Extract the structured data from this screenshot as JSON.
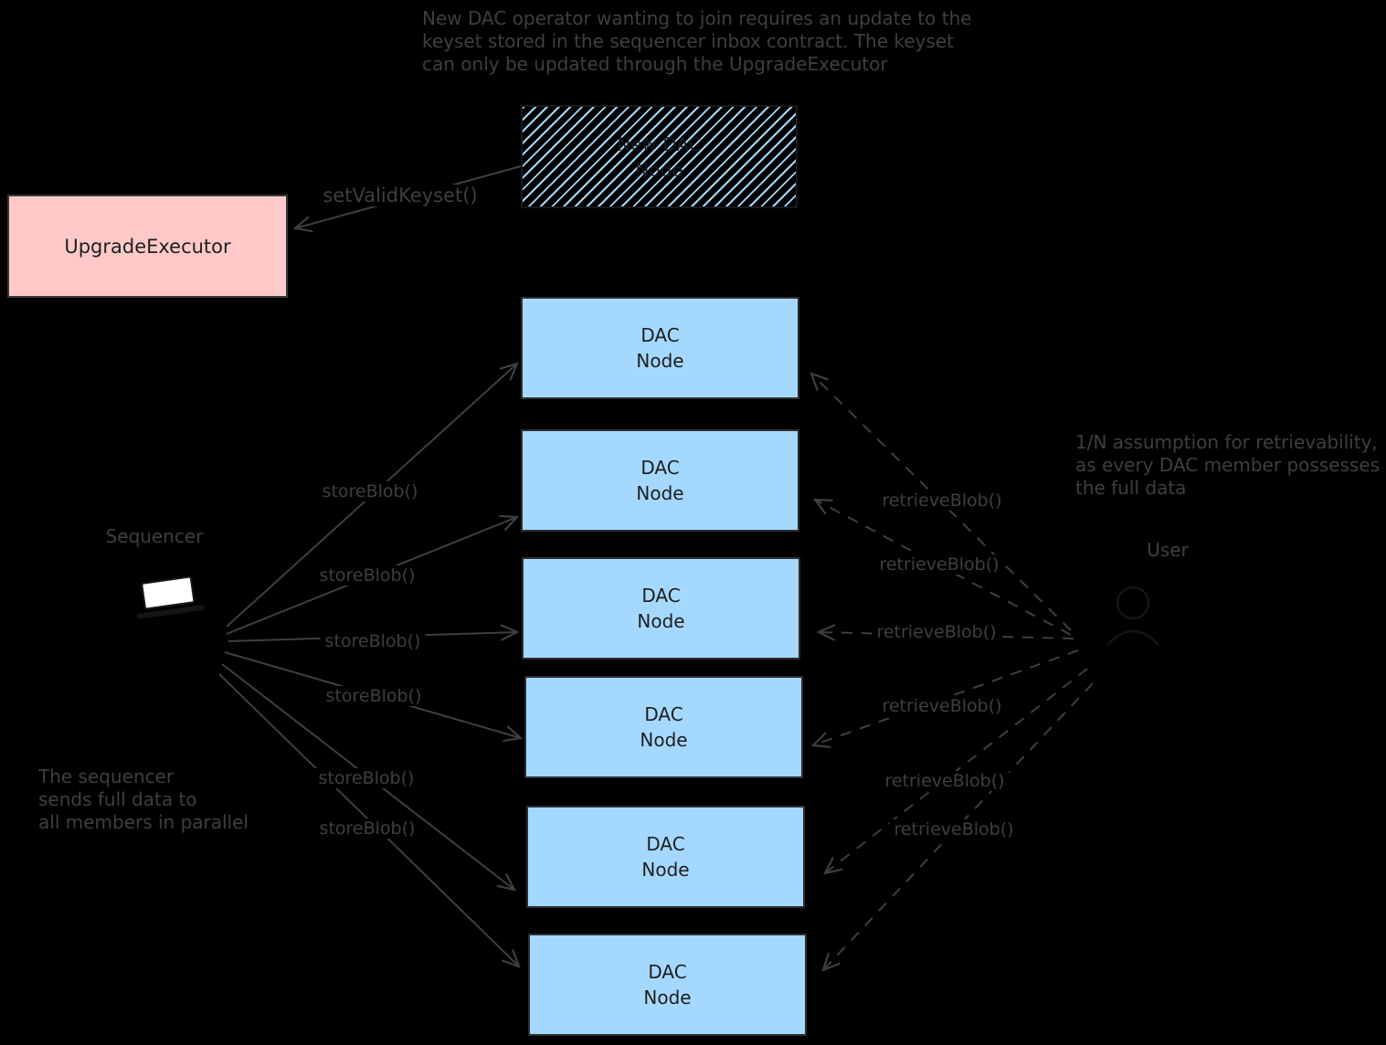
{
  "note_top": "New DAC operator wanting to join requires an update to the\nkeyset stored in the sequencer inbox contract. The keyset\ncan only be updated through the UpgradeExecutor",
  "note_right": "1/N assumption for retrievability,\nas every DAC member possesses\nthe full data",
  "note_left": "The sequencer\nsends full data to\nall members in parallel",
  "upgrade_executor": {
    "label": "UpgradeExecutor"
  },
  "new_dac_node": {
    "label": "New DAC\nNode"
  },
  "sequencer": {
    "label": "Sequencer",
    "icon": "laptop-icon"
  },
  "user": {
    "label": "User",
    "icon": "user-icon"
  },
  "dac_nodes": [
    {
      "label": "DAC\nNode"
    },
    {
      "label": "DAC\nNode"
    },
    {
      "label": "DAC\nNode"
    },
    {
      "label": "DAC\nNode"
    },
    {
      "label": "DAC\nNode"
    },
    {
      "label": "DAC\nNode"
    }
  ],
  "edges": {
    "set_valid_keyset": {
      "label": "setValidKeyset()"
    },
    "store": [
      "storeBlob()",
      "storeBlob()",
      "storeBlob()",
      "storeBlob()",
      "storeBlob()",
      "storeBlob()"
    ],
    "retrieve": [
      "retrieveBlob()",
      "retrieveBlob()",
      "retrieveBlob()",
      "retrieveBlob()",
      "retrieveBlob()",
      "retrieveBlob()"
    ]
  },
  "colors": {
    "background": "#000000",
    "ink": "#3f3f3f",
    "box_ink": "#1e1e1e",
    "node_blue": "#a5d8ff",
    "executor_pink": "#ffc9c9"
  }
}
